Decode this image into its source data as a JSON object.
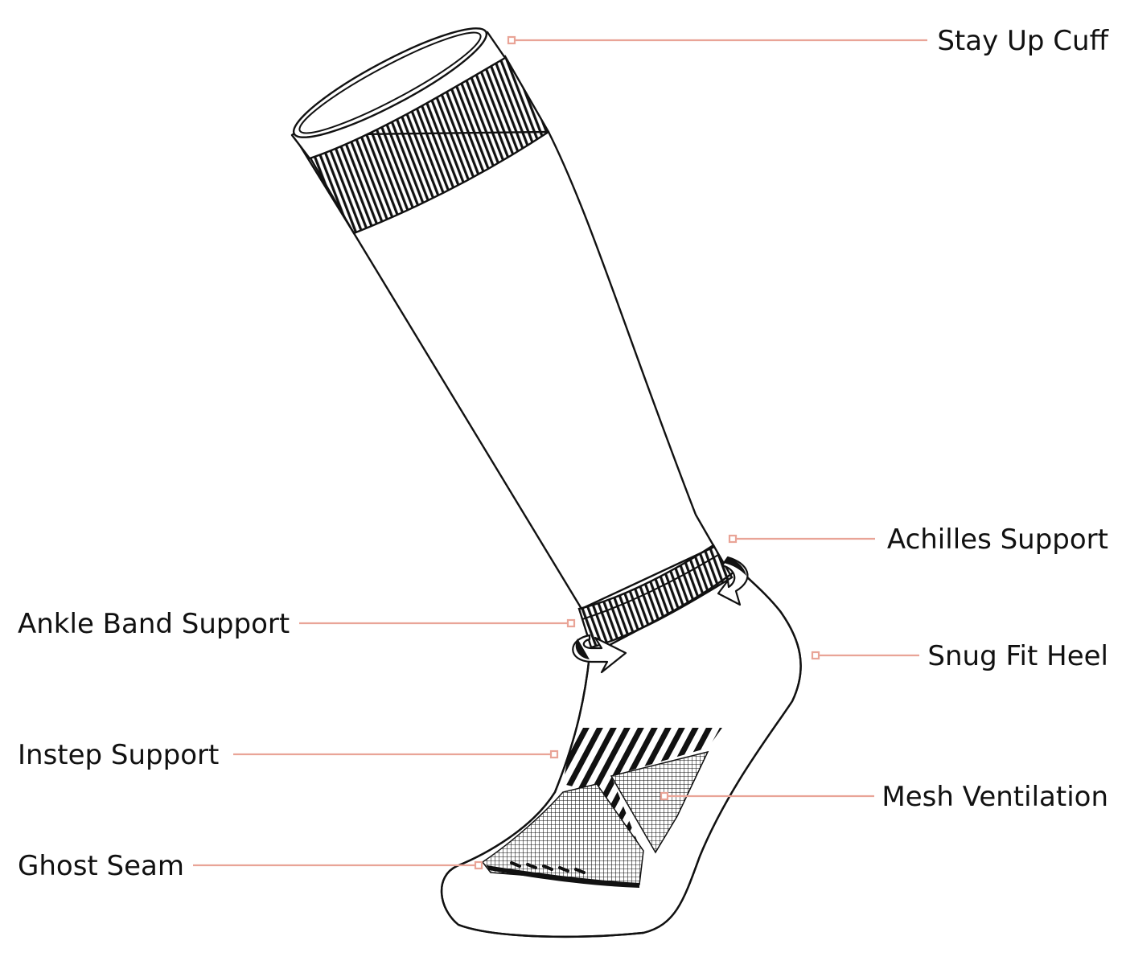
{
  "theme": {
    "leader_color": "#E9A497",
    "ink": "#111111",
    "background": "#ffffff"
  },
  "diagram": {
    "subject-icon": "knee-high-sock-icon",
    "callouts": [
      {
        "id": "stay-up-cuff",
        "label": "Stay Up Cuff"
      },
      {
        "id": "achilles-support",
        "label": "Achilles Support"
      },
      {
        "id": "ankle-band-support",
        "label": "Ankle Band Support"
      },
      {
        "id": "snug-fit-heel",
        "label": "Snug Fit Heel"
      },
      {
        "id": "instep-support",
        "label": "Instep Support"
      },
      {
        "id": "mesh-ventilation",
        "label": "Mesh Ventilation"
      },
      {
        "id": "ghost-seam",
        "label": "Ghost Seam"
      }
    ]
  }
}
